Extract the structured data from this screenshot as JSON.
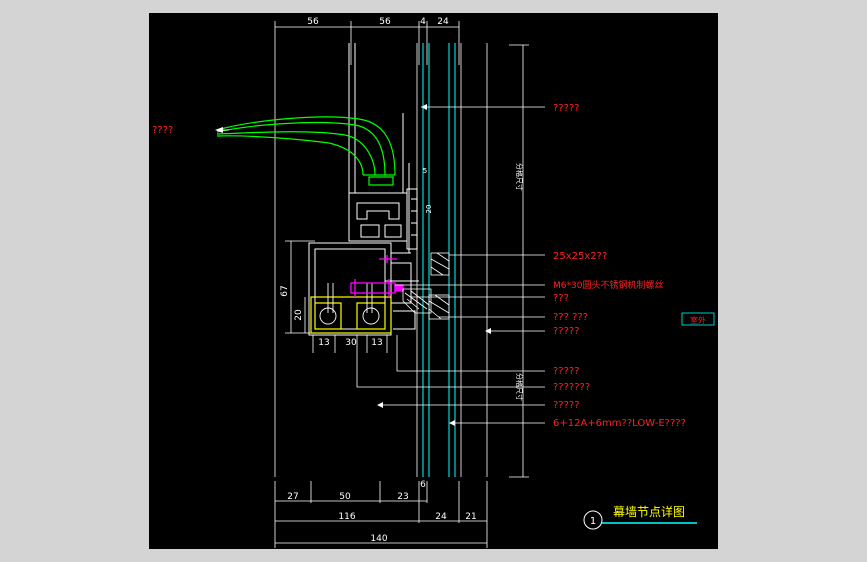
{
  "colors": {
    "background": "#000000",
    "frame": "#d4d4d4",
    "line": "#ffffff",
    "annotation": "#ff2020",
    "profile": "#00ff00",
    "glass": "#00ffff",
    "bolt": "#ff00ff",
    "steel": "#ffff00",
    "callout": "#00ffff"
  },
  "dimensions": {
    "top": [
      "56",
      "56",
      "4",
      "24"
    ],
    "bottom_row1": [
      "6",
      "27",
      "50",
      "23"
    ],
    "bottom_row2": [
      "116",
      "24",
      "21"
    ],
    "bottom_row3": [
      "140"
    ],
    "left": [
      "67",
      "20"
    ],
    "under_steel": [
      "13",
      "30",
      "13"
    ],
    "small_vertical": [
      "5",
      "20"
    ]
  },
  "annotations": {
    "handle": "????",
    "a1": "?????",
    "a2": "25x25x2??",
    "a3": "M6*30圆头不锈钢机制螺丝",
    "a4": "???",
    "a5": "??? ???",
    "a6": "?????",
    "a7": "?????",
    "a8": "???????",
    "a9": "?????",
    "a10": "6+12A+6mm??LOW-E????"
  },
  "vertical_labels": {
    "v1": "分格尺寸",
    "v2": "分格尺寸"
  },
  "side_label": "室外",
  "title": {
    "number": "1",
    "text": "幕墙节点详图"
  }
}
